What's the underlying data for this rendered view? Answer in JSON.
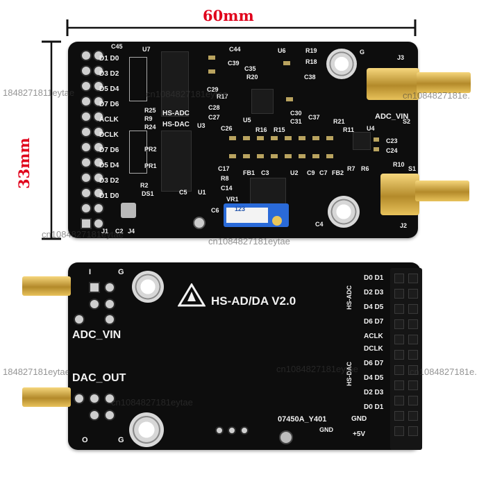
{
  "dimensions": {
    "width_label": "60mm",
    "height_label": "33mm"
  },
  "top_board": {
    "pin_labels_left": [
      "D1 D0",
      "D3 D2",
      "D5 D4",
      "D7 D6",
      "ACLK",
      "DCLK",
      "D7 D6",
      "D5 D4",
      "D3 D2",
      "D1 D0"
    ],
    "silk_labels": {
      "u7": "U7",
      "u6": "U6",
      "u5": "U5",
      "u4": "U4",
      "u3": "U3",
      "u2": "U2",
      "u1": "U1",
      "hs_adc": "HS-ADC",
      "hs_dac": "HS-DAC",
      "adc_vin": "ADC_VIN",
      "j3": "J3",
      "j2": "J2",
      "j1": "J1",
      "j4": "J4",
      "s1": "S1",
      "s2": "S2",
      "g": "G",
      "c45": "C45",
      "c44": "C44",
      "c39": "C39",
      "c35": "C35",
      "c38": "C38",
      "r19": "R19",
      "r18": "R18",
      "r20": "R20",
      "c29": "C29",
      "r17": "R17",
      "c28": "C28",
      "c27": "C27",
      "r25": "R25",
      "r9": "R9",
      "r24": "R24",
      "c26": "C26",
      "r16": "R16",
      "r15": "R15",
      "c30": "C30",
      "c31": "C31",
      "c37": "C37",
      "r21": "R21",
      "r11": "R11",
      "r10": "R10",
      "c23": "C23",
      "c24": "C24",
      "pr1": "PR1",
      "pr2": "PR2",
      "c17": "C17",
      "r8": "R8",
      "c14": "C14",
      "fb1": "FB1",
      "c3": "C3",
      "c9": "C9",
      "c7": "C7",
      "fb2": "FB2",
      "r7": "R7",
      "r6": "R6",
      "r2": "R2",
      "ds1": "DS1",
      "c5": "C5",
      "vr1": "VR1",
      "c6": "C6",
      "c4": "C4",
      "c2": "C2"
    },
    "pot_label": "123"
  },
  "bottom_board": {
    "title": "HS-AD/DA V2.0",
    "adc_vin": "ADC_VIN",
    "dac_out": "DAC_OUT",
    "g_top": "G",
    "i_top": "I",
    "o_bottom": "O",
    "g_bottom": "G",
    "part_no": "07450A_Y401",
    "gnd_mid": "GND",
    "gnd_right": "GND",
    "plus5v": "+5V",
    "hs_adc": "HS-ADC",
    "hs_dac": "HS-DAC",
    "adc_rows": [
      "D0 D1",
      "D2 D3",
      "D4 D5",
      "D6 D7",
      "ACLK"
    ],
    "dac_rows": [
      "DCLK",
      "D6 D7",
      "D4 D5",
      "D2 D3",
      "D0 D1"
    ]
  },
  "watermarks": [
    "1848271811eytae",
    "cn1084827181eytae",
    "cn1084827181e.",
    "cn1084827181eytae",
    "cn1084827181eytae",
    "184827181eytae",
    "cn1084827181eytae",
    "cn1084827181eytae",
    "cn1084827181e."
  ],
  "colors": {
    "dimension": "#e0001b",
    "pcb": "#0d0d0d",
    "silk": "#f2f2f2",
    "gold": "#d4a93c",
    "pot": "#2a6ad8"
  }
}
